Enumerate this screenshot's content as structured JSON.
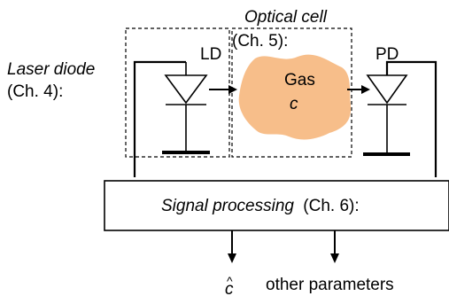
{
  "optical_cell": {
    "label": "Optical cell",
    "chapter": "(Ch. 5):"
  },
  "laser_diode": {
    "label": "Laser diode",
    "chapter": "(Ch. 4):",
    "tag": "LD"
  },
  "photodiode": {
    "tag": "PD"
  },
  "gas": {
    "label": "Gas",
    "symbol": "c",
    "color": "#F7BE8A"
  },
  "signal_processing": {
    "label": "Signal processing",
    "chapter": "(Ch. 6):"
  },
  "outputs": {
    "estimate_symbol": "c",
    "estimate_hat": "^",
    "other": "other parameters"
  }
}
